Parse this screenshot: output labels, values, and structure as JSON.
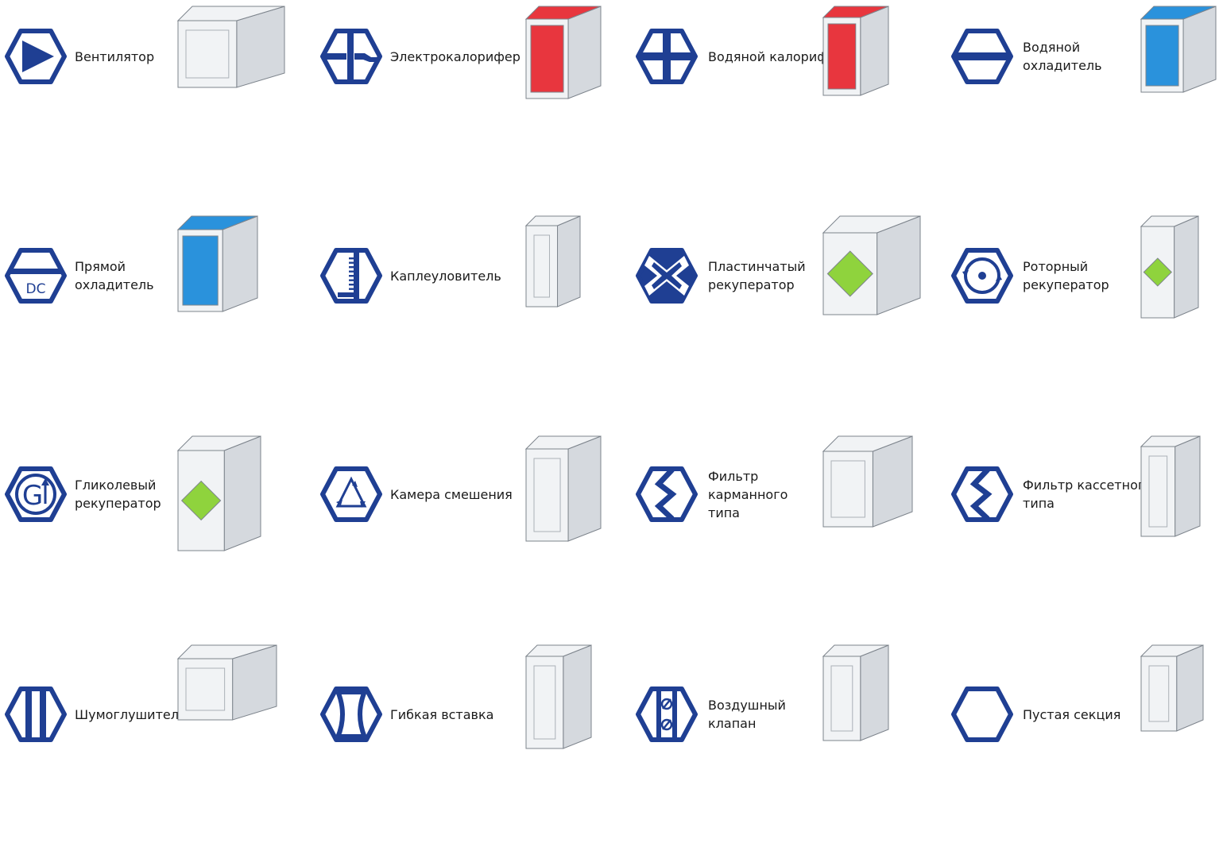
{
  "colors": {
    "symbol": "#1f3f93",
    "metal_light": "#f1f3f5",
    "metal_mid": "#d5d9de",
    "metal_dark": "#aab0b7",
    "edge": "#7d848c",
    "heater_red": "#e8363e",
    "cooler_blue": "#2a92dc",
    "recuperator_green": "#8fd33d"
  },
  "items": [
    {
      "label": "Вентилятор",
      "symbol": "fan-icon",
      "box": "fan-unit-image",
      "panel": "none"
    },
    {
      "label": "Электрокалорифер",
      "symbol": "electric-heater-icon",
      "box": "electric-heater-unit-image",
      "panel": "red"
    },
    {
      "label": "Водяной калорифер",
      "symbol": "water-heater-icon",
      "box": "water-heater-unit-image",
      "panel": "red"
    },
    {
      "label": "Водяной\nохладитель",
      "symbol": "water-cooler-icon",
      "box": "water-cooler-unit-image",
      "panel": "blue"
    },
    {
      "label": "Прямой\nохладитель",
      "symbol": "direct-cooler-icon",
      "symbol_text": "DC",
      "box": "direct-cooler-unit-image",
      "panel": "blue"
    },
    {
      "label": "Каплеуловитель",
      "symbol": "droplet-separator-icon",
      "box": "droplet-separator-unit-image",
      "panel": "none"
    },
    {
      "label": "Пластинчатый\nрекуператор",
      "symbol": "plate-recuperator-icon",
      "box": "plate-recuperator-unit-image",
      "panel": "green"
    },
    {
      "label": "Роторный\nрекуператор",
      "symbol": "rotary-recuperator-icon",
      "box": "rotary-recuperator-unit-image",
      "panel": "green"
    },
    {
      "label": "Гликолевый\nрекуператор",
      "symbol": "glycol-recuperator-icon",
      "symbol_text": "G",
      "box": "glycol-recuperator-unit-image",
      "panel": "green"
    },
    {
      "label": "Камера смешения",
      "symbol": "mixing-chamber-icon",
      "box": "mixing-chamber-unit-image",
      "panel": "none"
    },
    {
      "label": "Фильтр\nкарманного\nтипа",
      "symbol": "pocket-filter-icon",
      "box": "pocket-filter-unit-image",
      "panel": "none"
    },
    {
      "label": "Фильтр кассетного\nтипа",
      "symbol": "cassette-filter-icon",
      "box": "cassette-filter-unit-image",
      "panel": "none"
    },
    {
      "label": "Шумоглушитель",
      "symbol": "silencer-icon",
      "box": "silencer-unit-image",
      "panel": "none"
    },
    {
      "label": "Гибкая вставка",
      "symbol": "flexible-connector-icon",
      "box": "flexible-connector-unit-image",
      "panel": "none"
    },
    {
      "label": "Воздушный\nклапан",
      "symbol": "air-damper-icon",
      "box": "air-damper-unit-image",
      "panel": "none"
    },
    {
      "label": "Пустая секция",
      "symbol": "empty-section-icon",
      "box": "empty-section-unit-image",
      "panel": "none"
    }
  ]
}
